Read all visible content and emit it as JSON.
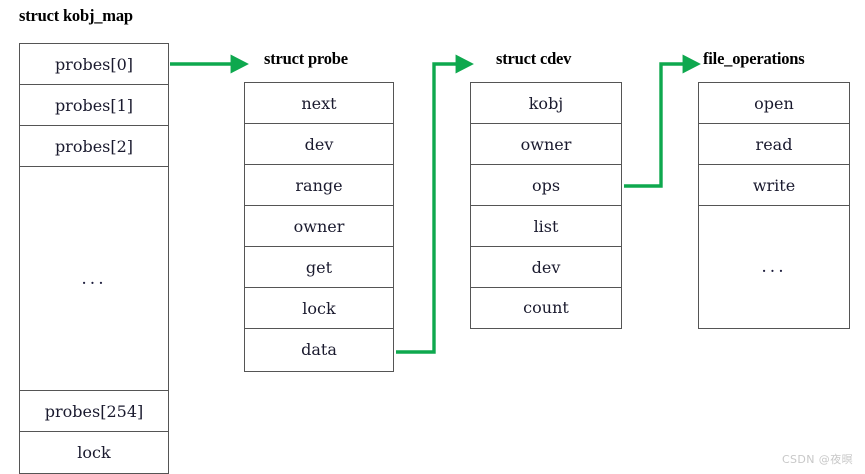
{
  "diagram": {
    "title_hidden": "Linux character device kobj_map / probe / cdev / file_operations relationship",
    "accent_color": "#0EA84E",
    "border_color": "#555555",
    "text_color": "#1a1a2e",
    "structs": [
      {
        "name": "struct kobj_map",
        "rows": [
          {
            "label": "probes[0]"
          },
          {
            "label": "probes[1]"
          },
          {
            "label": "probes[2]"
          },
          {
            "label": "..."
          },
          {
            "label": "probes[254]"
          },
          {
            "label": "lock"
          }
        ]
      },
      {
        "name": "struct probe",
        "rows": [
          {
            "label": "next"
          },
          {
            "label": "dev"
          },
          {
            "label": "range"
          },
          {
            "label": "owner"
          },
          {
            "label": "get"
          },
          {
            "label": "lock"
          },
          {
            "label": "data"
          }
        ]
      },
      {
        "name": "struct cdev",
        "rows": [
          {
            "label": "kobj"
          },
          {
            "label": "owner"
          },
          {
            "label": "ops"
          },
          {
            "label": "list"
          },
          {
            "label": "dev"
          },
          {
            "label": "count"
          }
        ]
      },
      {
        "name": "file_operations",
        "rows": [
          {
            "label": "open"
          },
          {
            "label": "read"
          },
          {
            "label": "write"
          },
          {
            "label": "..."
          }
        ]
      }
    ],
    "connectors": [
      {
        "from": "probes[0]",
        "to": "struct probe"
      },
      {
        "from": "data",
        "to": "struct cdev"
      },
      {
        "from": "ops",
        "to": "file_operations"
      }
    ]
  },
  "watermark": {
    "text": "CSDN @夜暝"
  }
}
